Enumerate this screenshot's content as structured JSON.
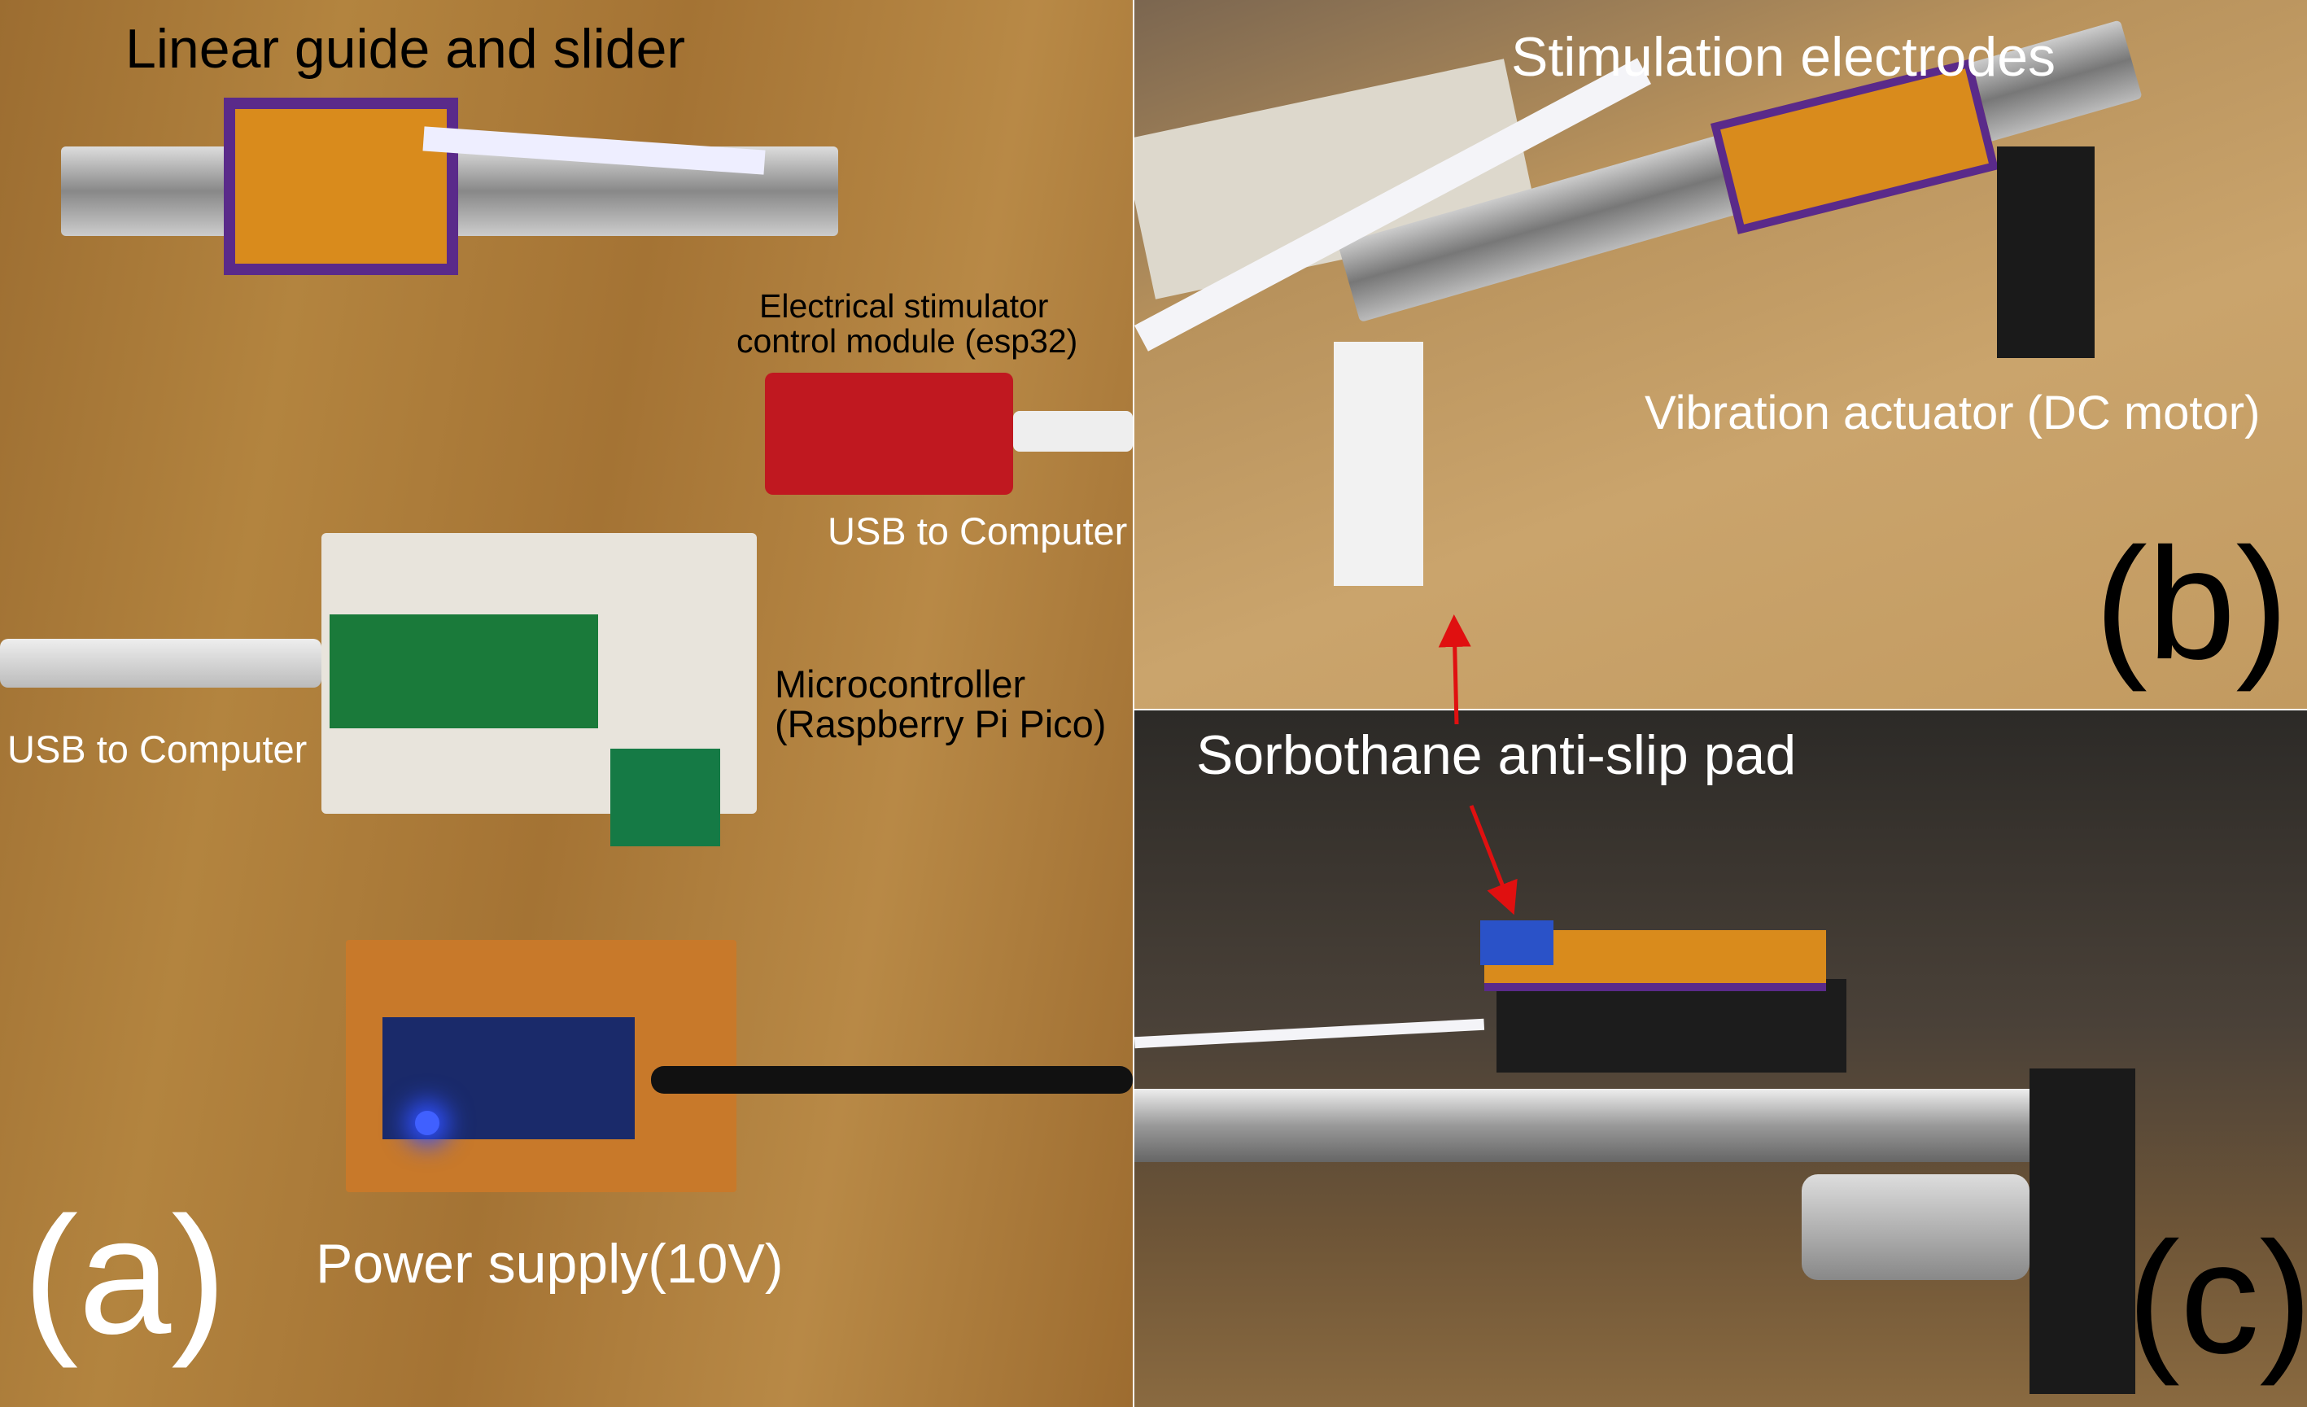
{
  "panels": {
    "a": {
      "letter": "(a)",
      "labels": {
        "linear_guide": "Linear guide and slider",
        "stimulator_line1": "Electrical stimulator",
        "stimulator_line2": "control module (esp32)",
        "usb_right": "USB to Computer",
        "micro_line1": "Microcontroller",
        "micro_line2": "(Raspberry Pi Pico)",
        "usb_left": "USB to Computer",
        "power": "Power supply(10V)"
      }
    },
    "b": {
      "letter": "(b)",
      "labels": {
        "electrodes": "Stimulation electrodes",
        "actuator": "Vibration actuator (DC motor)"
      }
    },
    "c": {
      "letter": "(c)",
      "labels": {
        "pad": "Sorbothane anti-slip pad"
      }
    }
  },
  "colors": {
    "arrow": "#e01010"
  }
}
